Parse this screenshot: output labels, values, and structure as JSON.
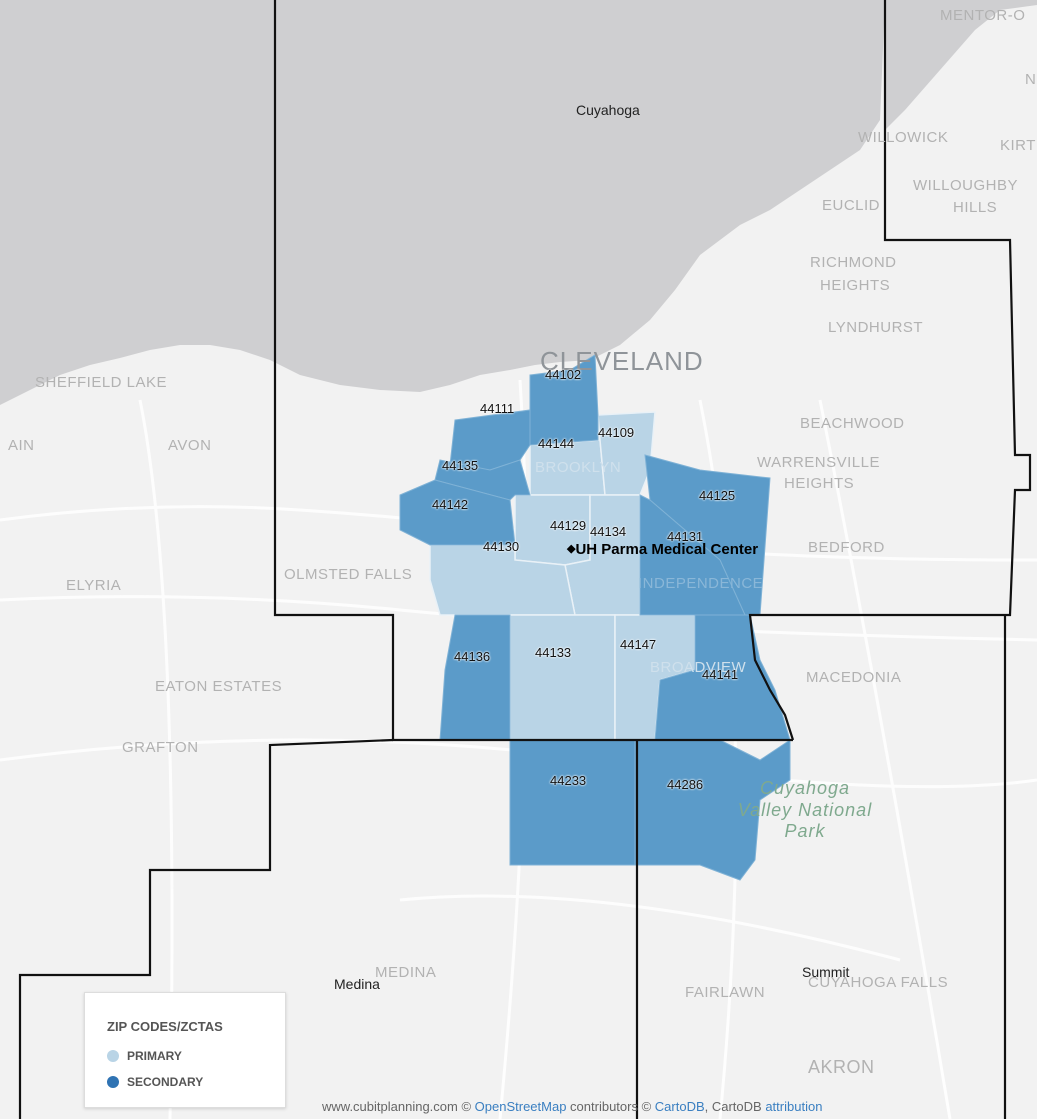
{
  "colors": {
    "primary": "#b9d4e6",
    "secondary": "#5b9bc9",
    "water": "#cfcfd1",
    "land": "#f2f2f2",
    "boundary": "#111111"
  },
  "counties": {
    "cuyahoga": "Cuyahoga",
    "medina": "Medina",
    "summit": "Summit"
  },
  "places": {
    "mentor": "MENTOR-O",
    "willowick": "WILLOWICK",
    "kirtland": "KIRT",
    "willoughby": "WILLOUGHBY",
    "willoughby_hills": "HILLS",
    "euclid": "EUCLID",
    "richmond": "RICHMOND",
    "richmond2": "HEIGHTS",
    "lyndhurst": "LYNDHURST",
    "cleveland": "CLEVELAND",
    "sheffield": "SHEFFIELD LAKE",
    "beachwood": "BEACHWOOD",
    "warrensville": "WARRENSVILLE",
    "warrensville2": "HEIGHTS",
    "lorain": "AIN",
    "avon": "AVON",
    "brooklyn": "BROOKLYN",
    "bedford": "BEDFORD",
    "olmsted": "OLMSTED FALLS",
    "elyria": "ELYRIA",
    "independence": "INDEPENDENCE",
    "macedonia": "MACEDONIA",
    "eaton": "EATON ESTATES",
    "grafton": "GRAFTON",
    "broadview": "BROADVIEW",
    "medina": "MEDINA",
    "cuyahoga_falls": "CUYAHOGA FALLS",
    "fairlawn": "FAIRLAWN",
    "akron": "AKRON",
    "northfield": "N"
  },
  "park": {
    "line1": "Cuyahoga",
    "line2": "Valley National",
    "line3": "Park"
  },
  "zips": {
    "z44102": "44102",
    "z44111": "44111",
    "z44109": "44109",
    "z44144": "44144",
    "z44135": "44135",
    "z44125": "44125",
    "z44142": "44142",
    "z44129": "44129",
    "z44134": "44134",
    "z44131": "44131",
    "z44130": "44130",
    "z44136": "44136",
    "z44133": "44133",
    "z44147": "44147",
    "z44141": "44141",
    "z44233": "44233",
    "z44286": "44286"
  },
  "center_marker": {
    "icon": "diamond-icon",
    "label": "UH Parma Medical Center"
  },
  "legend": {
    "title": "ZIP CODES/ZCTAS",
    "primary": "PRIMARY",
    "secondary": "SECONDARY"
  },
  "attribution": {
    "site": "www.cubitplanning.com © ",
    "osm": "OpenStreetMap",
    "contributors": " contributors © ",
    "carto": "CartoDB",
    ", ": ", CartoDB ",
    "attr": "attribution"
  }
}
